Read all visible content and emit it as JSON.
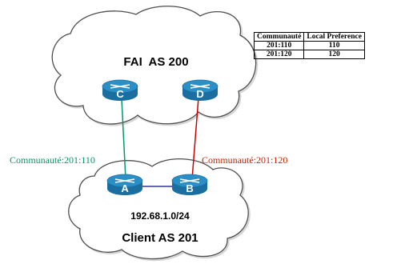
{
  "as_top": {
    "label": "FAI  AS 200"
  },
  "as_bottom": {
    "label": "Client AS 201",
    "network": "192.68.1.0/24"
  },
  "routers": {
    "A": "A",
    "B": "B",
    "C": "C",
    "D": "D"
  },
  "links": {
    "a_c": {
      "label": "Communauté:201:110",
      "color": "#009966"
    },
    "b_d": {
      "label": "Communauté:201:120",
      "color": "#cc0000"
    },
    "a_b": {
      "color": "#333399"
    }
  },
  "table": {
    "headers": [
      "Communauté",
      "Local Preference"
    ],
    "rows": [
      [
        "201:110",
        "110"
      ],
      [
        "201:120",
        "120"
      ]
    ]
  },
  "colors": {
    "router_fill": "#2b8fc7",
    "router_dark": "#1a6fa0",
    "cloud_stroke": "#4d4d4d"
  }
}
